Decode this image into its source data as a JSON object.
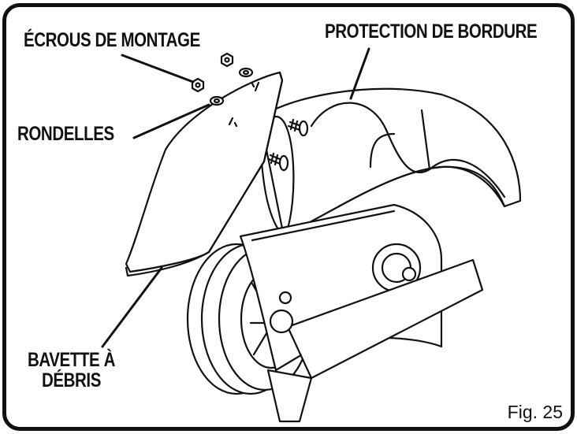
{
  "labels": {
    "mounting_nuts": "ÉCROUS DE MONTAGE",
    "edge_guard": "PROTECTION DE BORDURE",
    "washers": "RONDELLES",
    "debris_flap_line1": "BAVETTE À",
    "debris_flap_line2": "DÉBRIS"
  },
  "figure_number": "Fig. 25",
  "colors": {
    "line": "#111111",
    "fill": "#ffffff",
    "shade": "#d9d9d9"
  }
}
